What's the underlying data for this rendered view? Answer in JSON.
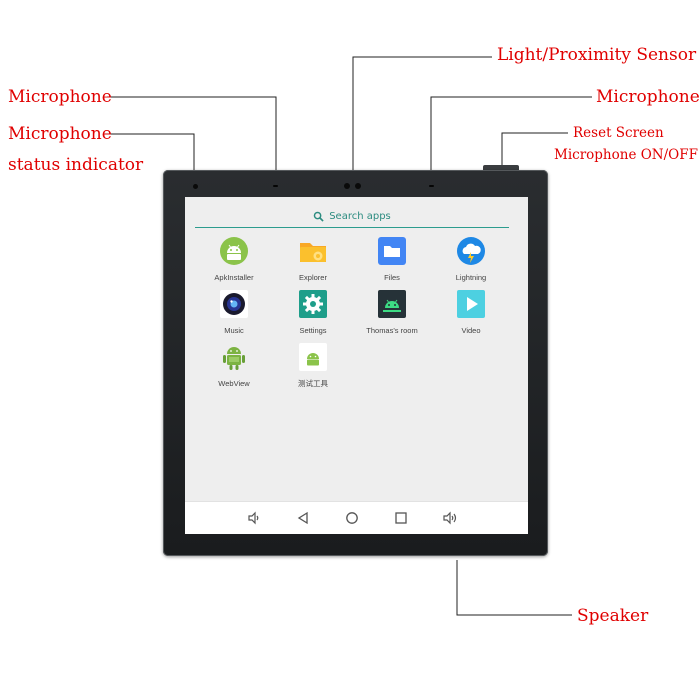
{
  "callouts": {
    "mic_left": "Microphone",
    "mic_status_1": "Microphone",
    "mic_status_2": "status indicator",
    "light_sensor": "Light/Proximity Sensor",
    "mic_right": "Microphone",
    "reset_screen": "Reset Screen",
    "mic_switch": "Microphone ON/OFF",
    "speaker": "Speaker"
  },
  "screen": {
    "search_placeholder": "Search apps",
    "apps": [
      {
        "label": "ApkInstaller",
        "icon": "android-installer-icon"
      },
      {
        "label": "Explorer",
        "icon": "explorer-folder-icon"
      },
      {
        "label": "Files",
        "icon": "files-folder-icon"
      },
      {
        "label": "Lightning",
        "icon": "cloud-lightning-icon"
      },
      {
        "label": "Music",
        "icon": "music-lens-icon"
      },
      {
        "label": "Settings",
        "icon": "gear-icon"
      },
      {
        "label": "Thomas's room",
        "icon": "android-room-icon"
      },
      {
        "label": "Video",
        "icon": "play-icon"
      },
      {
        "label": "WebView",
        "icon": "android-robot-icon"
      },
      {
        "label": "测试工具",
        "icon": "android-test-icon"
      }
    ],
    "navbar": [
      "volume-down-icon",
      "back-icon",
      "home-icon",
      "recents-icon",
      "volume-up-icon"
    ]
  },
  "colors": {
    "callout_text": "#e00000",
    "accent": "#2c9c8e",
    "bezel": "#1f2123"
  }
}
